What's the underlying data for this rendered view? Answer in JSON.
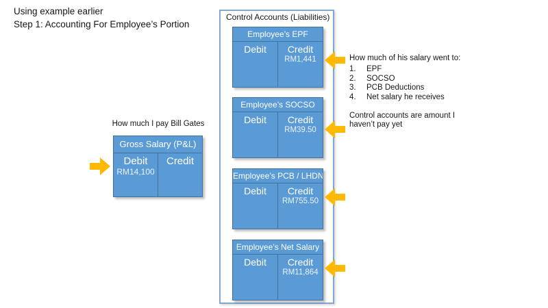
{
  "title": {
    "line1": "Using example earlier",
    "line2": "Step 1: Accounting For Employee’s Portion"
  },
  "left_section": {
    "caption": "How much I pay Bill Gates",
    "account": {
      "title": "Gross Salary (P&L)",
      "debit_label": "Debit",
      "credit_label": "Credit",
      "debit_value": "RM14,100",
      "credit_value": ""
    }
  },
  "control_panel": {
    "label": "Control Accounts (Liabilities)",
    "accounts": [
      {
        "title": "Employee’s EPF",
        "debit_label": "Debit",
        "credit_label": "Credit",
        "debit_value": "",
        "credit_value": "RM1,441"
      },
      {
        "title": "Employee’s SOCSO",
        "debit_label": "Debit",
        "credit_label": "Credit",
        "debit_value": "",
        "credit_value": "RM39.50"
      },
      {
        "title": "Employee’s PCB / LHDN",
        "debit_label": "Debit",
        "credit_label": "Credit",
        "debit_value": "",
        "credit_value": "RM755.50"
      },
      {
        "title": "Employee’s Net Salary",
        "debit_label": "Debit",
        "credit_label": "Credit",
        "debit_value": "",
        "credit_value": "RM11,864"
      }
    ]
  },
  "annotations": {
    "salary_heading": "How much of his salary went to:",
    "salary_items": [
      {
        "num": "1.",
        "text": "EPF"
      },
      {
        "num": "2.",
        "text": "SOCSO"
      },
      {
        "num": "3.",
        "text": "PCB Deductions"
      },
      {
        "num": "4.",
        "text": "Net salary he receives"
      }
    ],
    "note_line1": "Control accounts are amount I",
    "note_line2": "haven’t pay yet"
  },
  "colors": {
    "table_fill": "#5B9BD5",
    "table_border": "#41719C",
    "arrow": "#FFB900",
    "panel_border": "#7FA8D2"
  }
}
